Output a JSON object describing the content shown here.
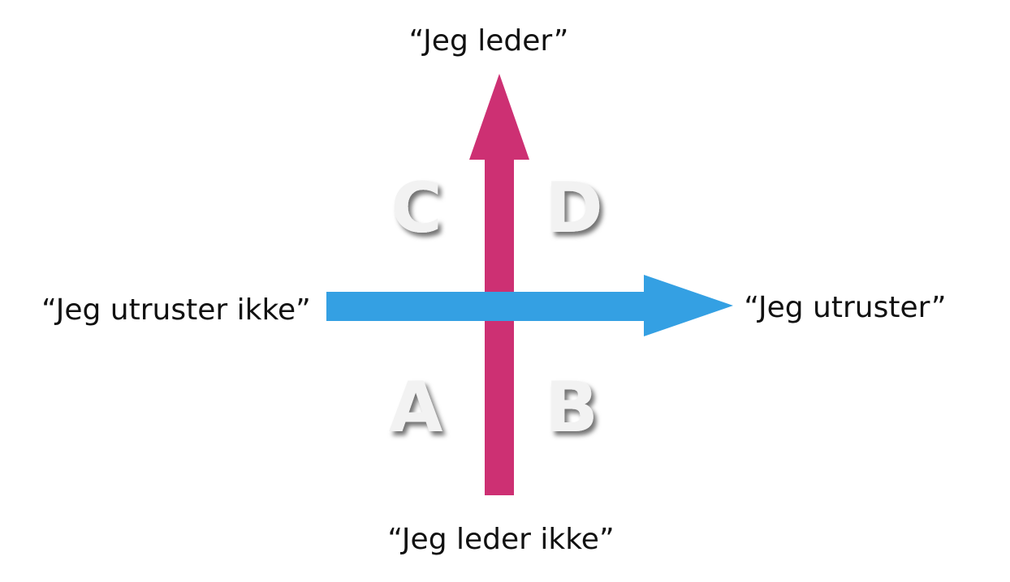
{
  "axes": {
    "top_label": "“Jeg leder”",
    "bottom_label": "“Jeg leder ikke”",
    "left_label": "“Jeg utruster ikke”",
    "right_label": "“Jeg utruster”"
  },
  "quadrants": {
    "top_left": "C",
    "top_right": "D",
    "bottom_left": "A",
    "bottom_right": "B"
  },
  "colors": {
    "vertical_arrow": "#cd3073",
    "horizontal_arrow": "#34a0e3",
    "label_text": "#111111",
    "letter_fill": "#f2f2f2"
  }
}
